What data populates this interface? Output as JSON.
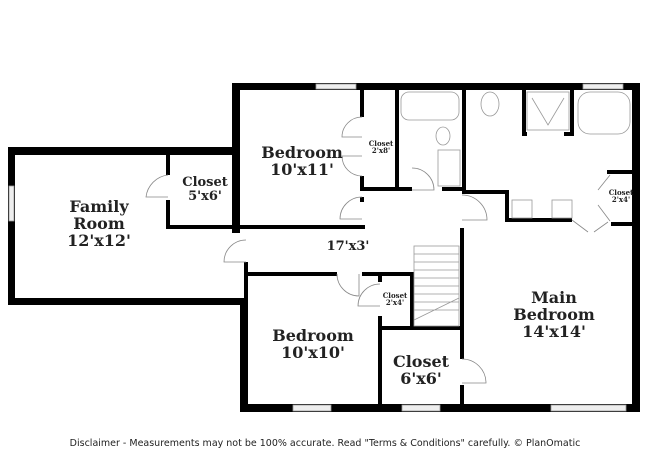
{
  "rooms": {
    "family_room": {
      "name": "Family Room",
      "line1": "Family",
      "line2": "Room",
      "size": "12'x12'"
    },
    "closet_family": {
      "name": "Closet",
      "size": "5'x6'"
    },
    "bedroom_upper": {
      "name": "Bedroom",
      "size": "10'x11'"
    },
    "closet_upper_bedroom": {
      "name": "Closet",
      "size": "2'x8'"
    },
    "hallway": {
      "size": "17'x3'"
    },
    "closet_master_bath": {
      "name": "Closet",
      "size": "2'x4'"
    },
    "main_bedroom": {
      "line1": "Main",
      "line2": "Bedroom",
      "size": "14'x14'"
    },
    "bedroom_lower": {
      "name": "Bedroom",
      "size": "10'x10'"
    },
    "closet_hall": {
      "name": "Closet",
      "size": "2'x4'"
    },
    "closet_large": {
      "name": "Closet",
      "size": "6'x6'"
    }
  },
  "disclaimer": "Disclaimer - Measurements may not be 100% accurate. Read \"Terms & Conditions\" carefully. © PlanOmatic"
}
